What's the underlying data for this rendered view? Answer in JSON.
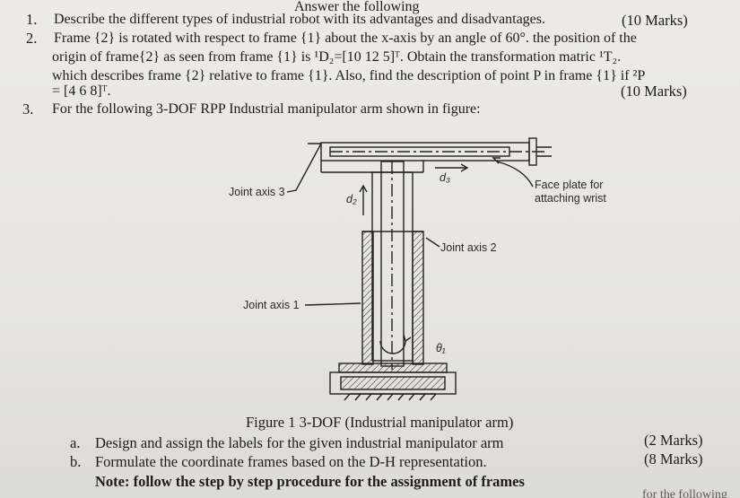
{
  "heading": "Answer the following",
  "questions": [
    {
      "num": "1.",
      "line1": "Describe the different types of industrial robot with its advantages and disadvantages.",
      "marks": "(10 Marks)"
    },
    {
      "num": "2.",
      "line1": "Frame {2} is rotated with respect to frame {1} about the x-axis by an angle of 60°. the position of the",
      "line2": "origin of frame{2} as seen from frame {1} is ¹D₂=[10 12 5]ᵀ. Obtain the transformation matric ¹T₂.",
      "line3": "which describes frame {2} relative to frame {1}. Also, find the description of point P in frame {1} if ²P",
      "line4": "= [4 6 8]ᵀ.",
      "marks": "(10 Marks)"
    },
    {
      "num": "3.",
      "line1": "For the following 3-DOF RPP Industrial manipulator arm shown in figure:"
    }
  ],
  "figure": {
    "caption": "Figure 1 3-DOF (Industrial manipulator arm)",
    "labels": {
      "joint3": "Joint axis 3",
      "joint2": "Joint axis 2",
      "joint1": "Joint axis 1",
      "faceplate1": "Face plate for",
      "faceplate2": "attaching wrist",
      "d2": "d₂",
      "d3": "d₃",
      "theta1": "θ₁"
    }
  },
  "subquestions": [
    {
      "label": "a.",
      "text": "Design and assign the labels for the given industrial manipulator arm",
      "marks": "(2 Marks)"
    },
    {
      "label": "b.",
      "text": "Formulate the coordinate frames based on the D-H representation.",
      "marks": "(8 Marks)"
    }
  ],
  "note": "Note: follow the step by step procedure for the assignment of frames",
  "cut_text": "for the following"
}
